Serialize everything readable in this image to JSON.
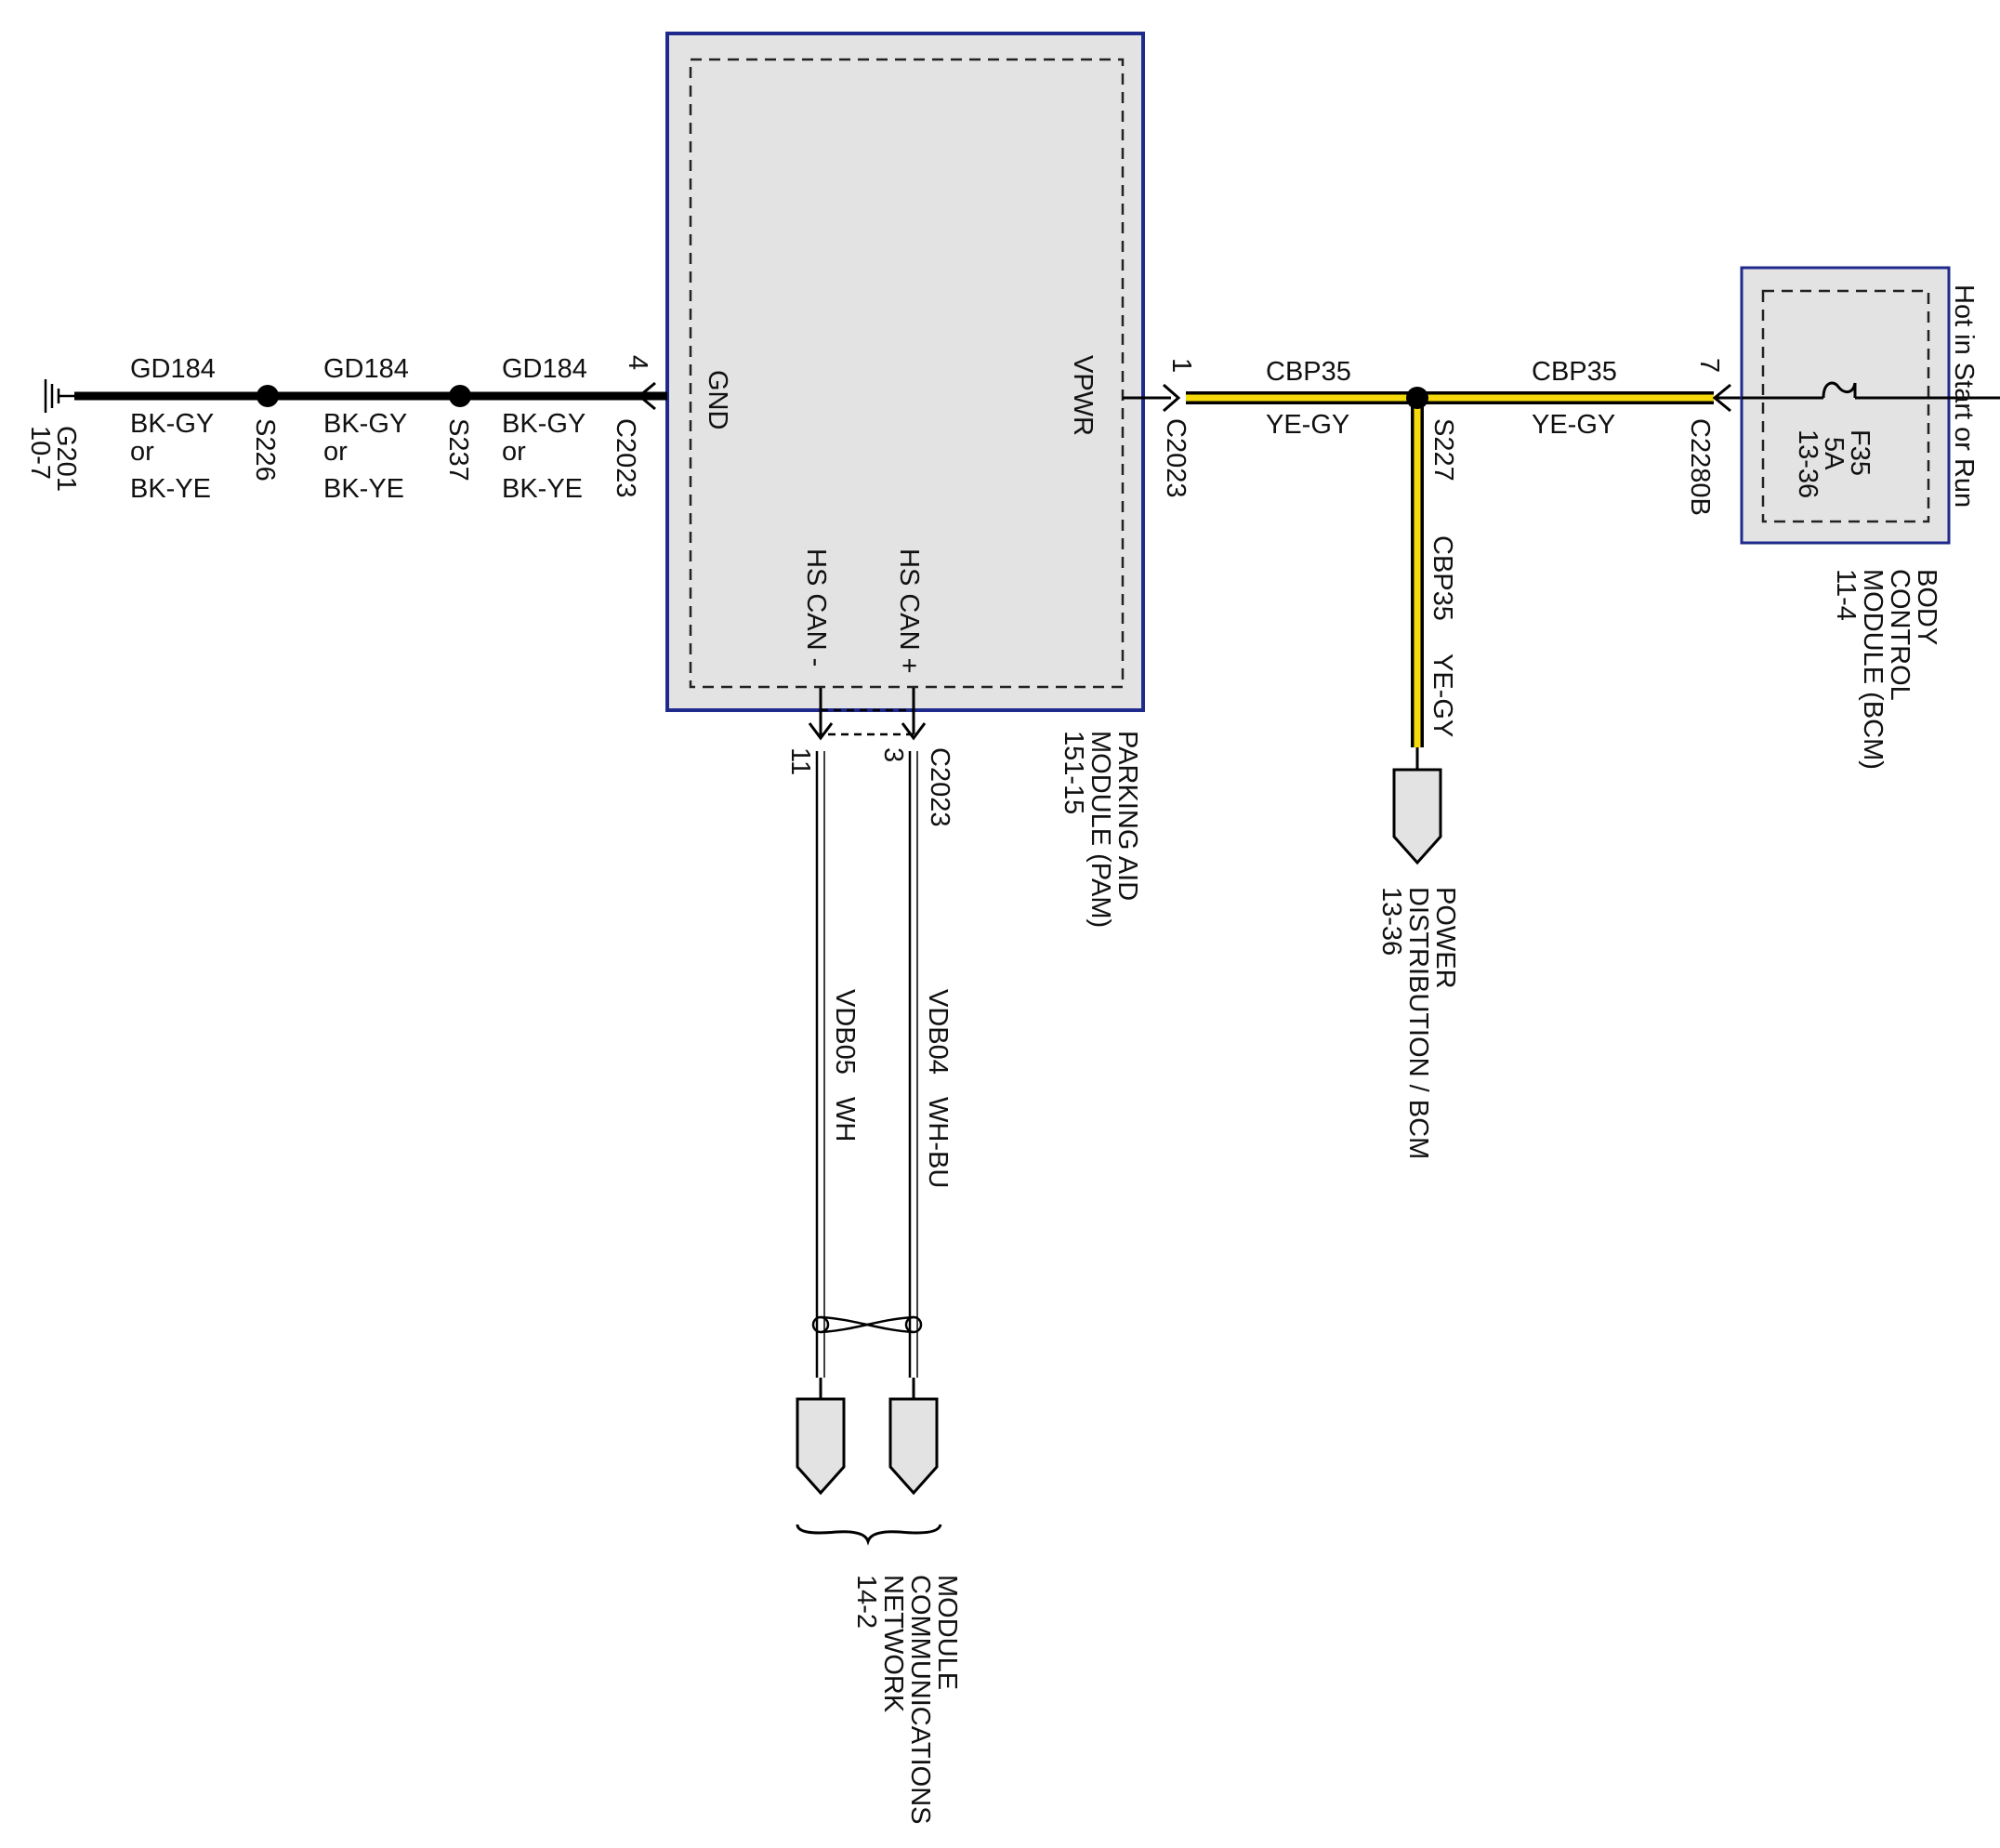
{
  "pam": {
    "name_lines": [
      "PARKING AID",
      "MODULE (PAM)",
      "151-15"
    ],
    "gnd_label": "GND",
    "vpwr_label": "VPWR",
    "hs_can_minus": "HS CAN -",
    "hs_can_plus": "HS CAN +",
    "body_fill": "#e3e3e3",
    "border_color": "#1f2a8c"
  },
  "ground_side": {
    "ground_id": "G201",
    "ground_page": "10-7",
    "segments": [
      {
        "circuit": "GD184",
        "color_lines": [
          "BK-GY",
          "or",
          "BK-YE"
        ]
      },
      {
        "circuit": "GD184",
        "color_lines": [
          "BK-GY",
          "or",
          "BK-YE"
        ]
      },
      {
        "circuit": "GD184",
        "color_lines": [
          "BK-GY",
          "or",
          "BK-YE"
        ]
      }
    ],
    "splices": [
      "S226",
      "S237"
    ],
    "connector": "C2023",
    "pin": "4"
  },
  "power_side": {
    "connector_left": "C2023",
    "pin_left": "1",
    "segments": [
      {
        "circuit": "CBP35",
        "color": "YE-GY"
      },
      {
        "circuit": "CBP35",
        "color": "YE-GY"
      }
    ],
    "splice": "S227",
    "branch_circuit": "CBP35",
    "branch_color": "YE-GY",
    "branch_dest_lines": [
      "POWER",
      "DISTRIBUTION / BCM",
      "13-36"
    ],
    "connector_right": "C2280B",
    "pin_right": "7",
    "wire_color": "#f5d90a"
  },
  "bcm": {
    "name_lines": [
      "BODY",
      "CONTROL",
      "MODULE (BCM)",
      "11-4"
    ],
    "fuse_lines": [
      "F35",
      "5A",
      "13-36"
    ],
    "hot_text": "Hot in Start or Run",
    "fill": "#e3e3e3",
    "border_color": "#1f2a8c"
  },
  "can": {
    "connector": "C2023",
    "pin_minus": "11",
    "pin_plus": "3",
    "wire_minus_circuit": "VDB05",
    "wire_minus_color": "WH",
    "wire_plus_circuit": "VDB04",
    "wire_plus_color": "WH-BU",
    "dest_lines": [
      "MODULE",
      "COMMUNICATIONS",
      "NETWORK",
      "14-2"
    ]
  }
}
